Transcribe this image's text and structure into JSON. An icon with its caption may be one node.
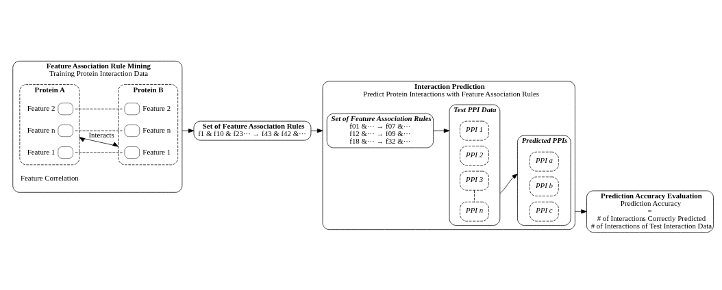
{
  "diagram": {
    "nodes": [
      {
        "text": [
          "Feature Association Rule Mining",
          "Training Protein Interaction Data"
        ]
      },
      {
        "text": [
          "Protein A"
        ],
        "in": 0
      },
      {
        "text": [],
        "shape": "box",
        "beside": [
          "Feature 1"
        ],
        "in": 1
      },
      {
        "text": [],
        "shape": "box",
        "beside": [
          "Feature 2"
        ],
        "in": 1
      },
      {
        "text": [],
        "shape": "box",
        "beside": [
          "Feature n"
        ],
        "in": 1
      },
      {
        "text": [
          "Protein B"
        ],
        "in": 0
      },
      {
        "text": [],
        "shape": "box",
        "beside": [
          "Feature 1"
        ],
        "in": 5
      },
      {
        "text": [],
        "shape": "box",
        "beside": [
          "Feature 2"
        ],
        "in": 5
      },
      {
        "text": [],
        "shape": "box",
        "beside": [
          "Feature n"
        ],
        "in": 5
      },
      {
        "text": [
          "Set of Feature Association Rules",
          "f1 & f10 & f23··· → f43 & f42 &···"
        ]
      },
      {
        "text": [
          "Interaction Prediction",
          "Predict Protein Interactions with Feature Association Rules"
        ]
      },
      {
        "text": [
          "Set of Feature Association Rules",
          "f01 &··· → f07 &···",
          "f12 &··· → f09 &···",
          "f18 &··· → f32 &···"
        ],
        "in": 10
      },
      {
        "text": [
          "Test PPI Data"
        ],
        "in": 10
      },
      {
        "text": [
          "PPI 1"
        ],
        "in": 12
      },
      {
        "text": [
          "PPI 2"
        ],
        "in": 12
      },
      {
        "text": [
          "PPI 3"
        ],
        "in": 12
      },
      {
        "text": [
          "PPI n"
        ],
        "in": 12
      },
      {
        "text": [
          "Predicted PPIs"
        ],
        "in": 10
      },
      {
        "text": [
          "PPI a"
        ],
        "in": 17
      },
      {
        "text": [
          "PPI b"
        ],
        "in": 17
      },
      {
        "text": [
          "PPI c"
        ],
        "in": 17
      },
      {
        "text": [
          "Prediction Accuracy Evaluation",
          "Prediction Accuracy",
          "=",
          "# of Interactions Correctly Predicted",
          "# of Interactions of Test Interaction Data"
        ]
      }
    ],
    "edges": [
      {
        "from": 1,
        "to": 5,
        "arrow": "both",
        "label": "Interacts"
      },
      {
        "from": 2,
        "to": 6,
        "arrow": "none",
        "style": "dashed"
      },
      {
        "from": 3,
        "to": 7,
        "arrow": "none",
        "style": "dashed"
      },
      {
        "from": 4,
        "to": 8,
        "arrow": "none",
        "style": "dashed"
      },
      {
        "from": 0,
        "to": 9,
        "arrow": "to"
      },
      {
        "from": 9,
        "to": 10,
        "arrow": "to"
      },
      {
        "from": 11,
        "to": 12,
        "arrow": "to"
      },
      {
        "from": 15,
        "to": 16,
        "arrow": "none",
        "style": "dashed"
      },
      {
        "from": 12,
        "to": 17,
        "arrow": "to"
      },
      {
        "from": 10,
        "to": 21,
        "arrow": "to"
      }
    ],
    "labels": [
      "Feature Correlation"
    ]
  }
}
